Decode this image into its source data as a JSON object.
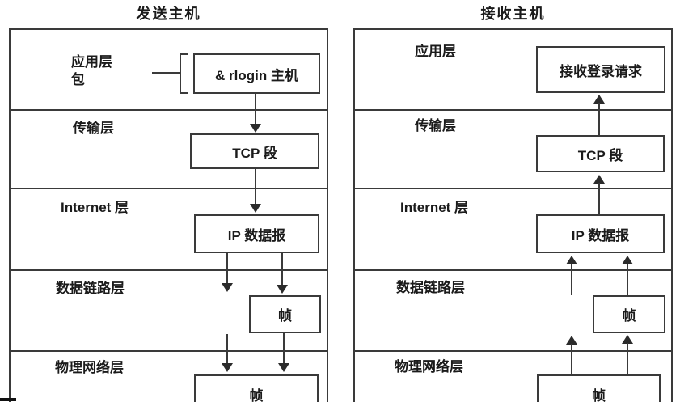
{
  "diagram": {
    "sender": {
      "title": "发送主机",
      "application_label": "应用层",
      "packet_label": "包",
      "layers": {
        "transport": "传输层",
        "internet": "Internet 层",
        "datalink": "数据链路层",
        "physical": "物理网络层"
      },
      "boxes": {
        "application": "& rlogin 主机",
        "transport": "TCP 段",
        "internet": "IP 数据报",
        "datalink": "帧",
        "physical": "帧"
      },
      "flow_direction": "down"
    },
    "receiver": {
      "title": "接收主机",
      "application_label": "应用层",
      "layers": {
        "transport": "传输层",
        "internet": "Internet 层",
        "datalink": "数据链路层",
        "physical": "物理网络层"
      },
      "boxes": {
        "application": "接收登录请求",
        "transport": "TCP 段",
        "internet": "IP 数据报",
        "datalink": "帧",
        "physical": "帧"
      },
      "flow_direction": "up"
    }
  },
  "colors": {
    "line": "#3a3a3a",
    "arrow": "#2b2b2b",
    "text": "#1b1b1b",
    "background": "#ffffff"
  }
}
